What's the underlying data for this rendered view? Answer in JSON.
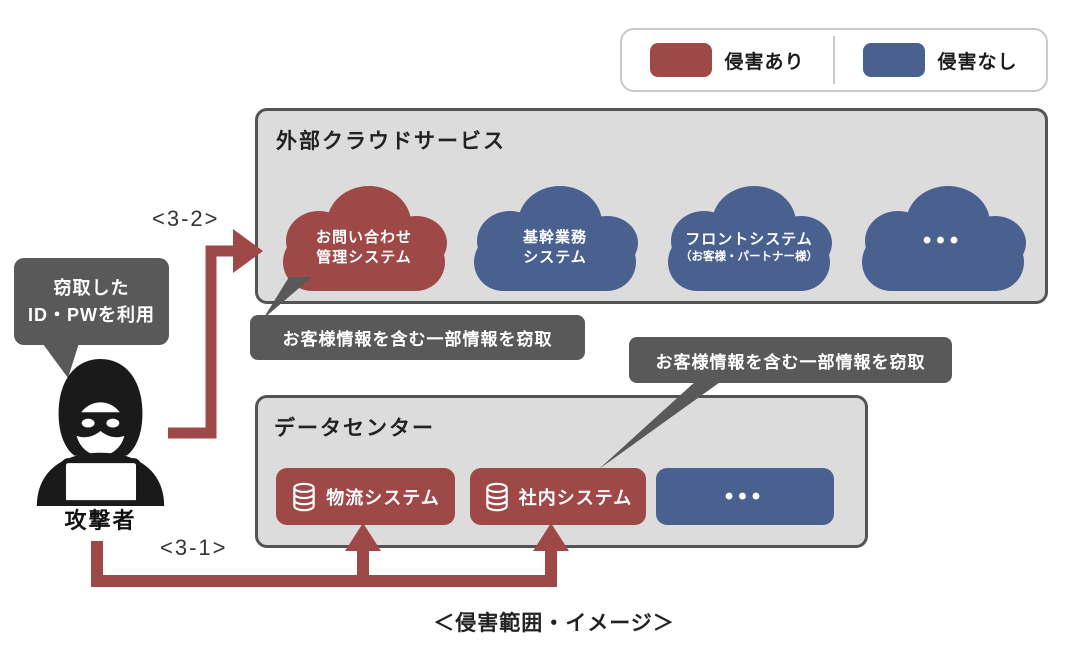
{
  "colors": {
    "compromised": "#9e4848",
    "safe": "#4a6190",
    "panel_fill": "#dcdcdc",
    "panel_border": "#545454",
    "callout_bg": "#595959"
  },
  "legend": {
    "compromised_label": "侵害あり",
    "safe_label": "侵害なし"
  },
  "cloud_section": {
    "title": "外部クラウドサービス",
    "clouds": [
      {
        "status": "compromised",
        "lines": [
          "お問い合わせ",
          "管理システム"
        ]
      },
      {
        "status": "safe",
        "lines": [
          "基幹業務",
          "システム"
        ]
      },
      {
        "status": "safe",
        "lines": [
          "フロントシステム",
          "（お客様・パートナー様）"
        ]
      },
      {
        "status": "safe",
        "lines": [
          "•••"
        ]
      }
    ]
  },
  "datacenter_section": {
    "title": "データセンター",
    "systems": [
      {
        "label": "物流システム",
        "status": "compromised",
        "icon": "database-icon"
      },
      {
        "label": "社内システム",
        "status": "compromised",
        "icon": "database-icon"
      },
      {
        "label": "•••",
        "status": "safe"
      }
    ]
  },
  "callouts": {
    "cloud_theft": "お客様情報を含む一部情報を窃取",
    "datacenter_theft": "お客様情報を含む一部情報を窃取"
  },
  "attacker": {
    "bubble_lines": [
      "窃取した",
      "ID・PWを利用"
    ],
    "label": "攻撃者"
  },
  "steps": {
    "step_3_2": "<3-2>",
    "step_3_1": "<3-1>"
  },
  "caption": "＜侵害範囲・イメージ＞"
}
